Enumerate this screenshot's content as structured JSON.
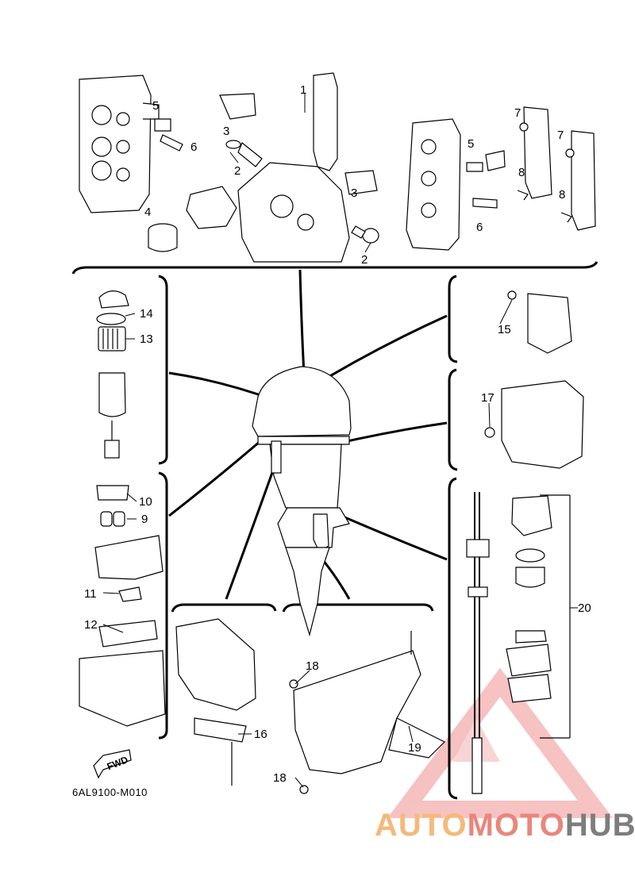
{
  "callouts": [
    "1",
    "2",
    "2",
    "3",
    "3",
    "4",
    "5",
    "5",
    "6",
    "6",
    "7",
    "7",
    "8",
    "8",
    "9",
    "10",
    "11",
    "12",
    "13",
    "14",
    "15",
    "16",
    "17",
    "18",
    "18",
    "19",
    "20"
  ],
  "fwd_label": "FWD",
  "diagram_code": "6AL9100-M010",
  "watermark": {
    "part1": "AUTO",
    "part2": "MOTO",
    "part3": "HUB",
    "colors": {
      "auto": "#f5b97a",
      "moto": "#e9867d",
      "hub": "#7d7d7d",
      "triangle": "#f2a7a7"
    }
  }
}
